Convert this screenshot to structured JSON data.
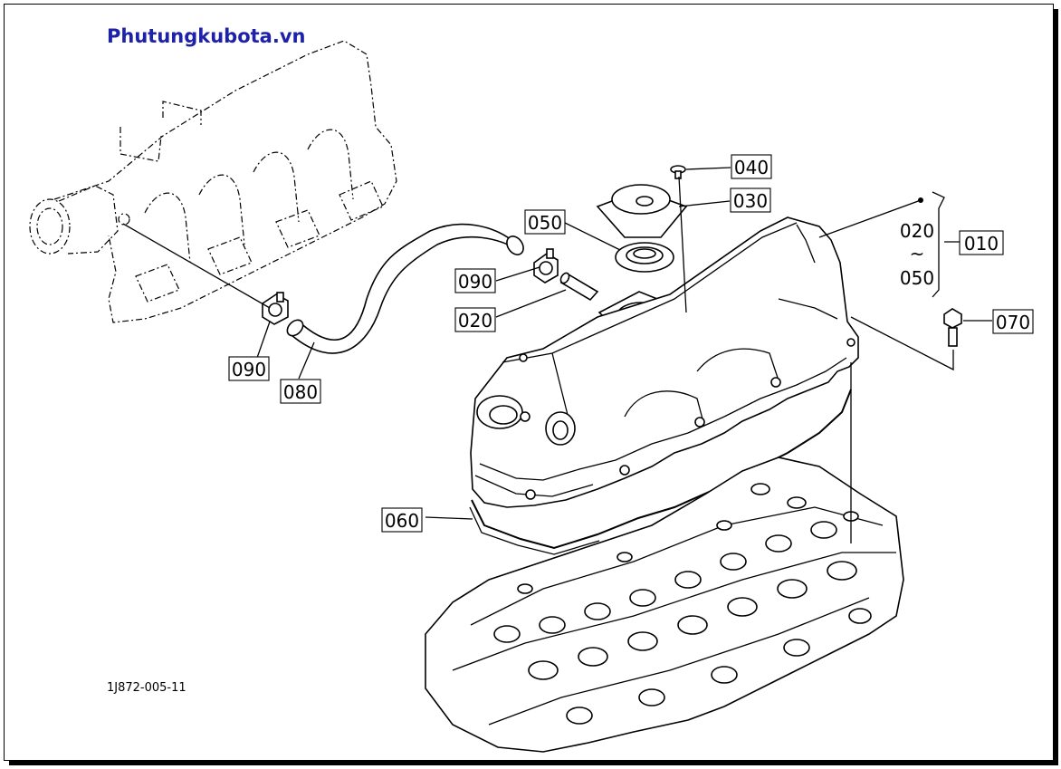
{
  "header": {
    "site_title": "Phutungkubota.vn"
  },
  "drawing": {
    "code": "1J872-005-11"
  },
  "callouts": {
    "p010": "010",
    "p020a": "020",
    "p020b": "020",
    "p030": "030",
    "p040": "040",
    "p050a": "050",
    "p050b": "050",
    "p060": "060",
    "p070": "070",
    "p080": "080",
    "p090a": "090",
    "p090b": "090",
    "range_sep": "~"
  }
}
